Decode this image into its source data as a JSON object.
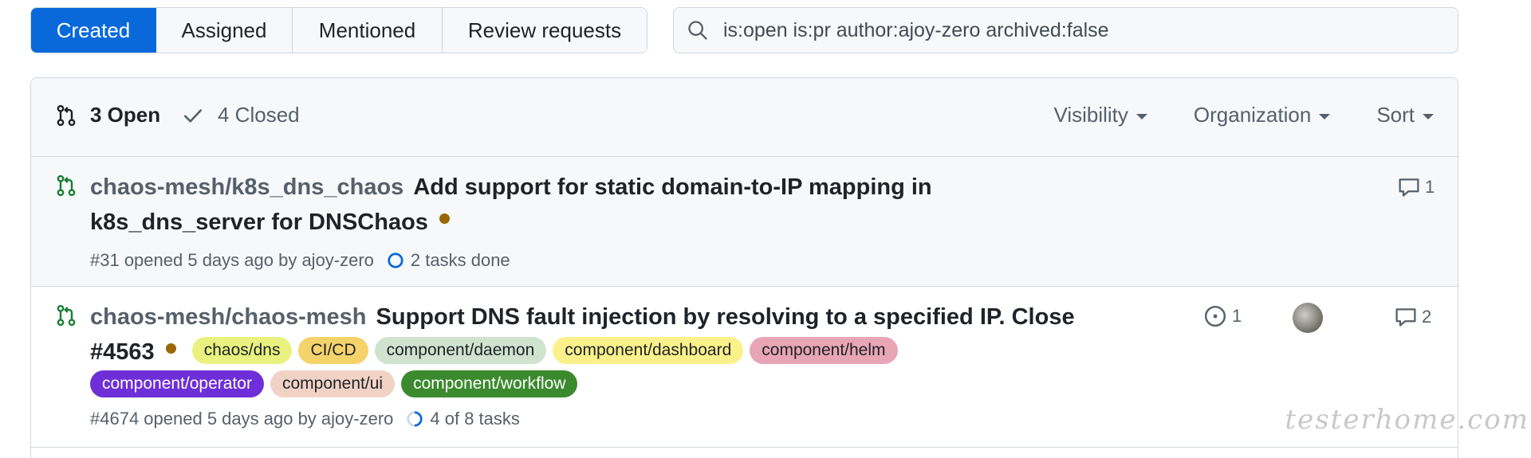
{
  "tabs": [
    {
      "label": "Created",
      "active": true
    },
    {
      "label": "Assigned",
      "active": false
    },
    {
      "label": "Mentioned",
      "active": false
    },
    {
      "label": "Review requests",
      "active": false
    }
  ],
  "search": {
    "value": "is:open is:pr author:ajoy-zero archived:false",
    "icon": "search-icon"
  },
  "header": {
    "open_label": "3 Open",
    "closed_label": "4 Closed",
    "filters": [
      "Visibility",
      "Organization",
      "Sort"
    ]
  },
  "pull_requests": [
    {
      "repo": "chaos-mesh/k8s_dns_chaos",
      "title": "Add support for static domain-to-IP mapping in k8s_dns_server for DNSChaos",
      "meta": "#31 opened 5 days ago by ajoy-zero",
      "tasks": "2 tasks done",
      "comments": "1"
    },
    {
      "repo": "chaos-mesh/chaos-mesh",
      "title": "Support DNS fault injection by resolving to a specified IP. Close #4563",
      "labels": [
        {
          "name": "chaos/dns",
          "bg": "#e9f27f",
          "fg": "#1f2328"
        },
        {
          "name": "CI/CD",
          "bg": "#f5d36b",
          "fg": "#1f2328"
        },
        {
          "name": "component/daemon",
          "bg": "#cfe3cf",
          "fg": "#1f2328"
        },
        {
          "name": "component/dashboard",
          "bg": "#fbf18a",
          "fg": "#1f2328"
        },
        {
          "name": "component/helm",
          "bg": "#e7a5b5",
          "fg": "#1f2328"
        },
        {
          "name": "component/operator",
          "bg": "#6e2fd8",
          "fg": "#ffffff"
        },
        {
          "name": "component/ui",
          "bg": "#f1d3c6",
          "fg": "#1f2328"
        },
        {
          "name": "component/workflow",
          "bg": "#3b8a2e",
          "fg": "#ffffff"
        }
      ],
      "meta": "#4674 opened 5 days ago by ajoy-zero",
      "tasks": "4 of 8 tasks",
      "linked_issues": "1",
      "comments": "2"
    }
  ],
  "watermark": "testerhome.com",
  "colors": {
    "accent": "#0969da",
    "open_green": "#1a7f37",
    "draft_dot": "#9a6700"
  }
}
